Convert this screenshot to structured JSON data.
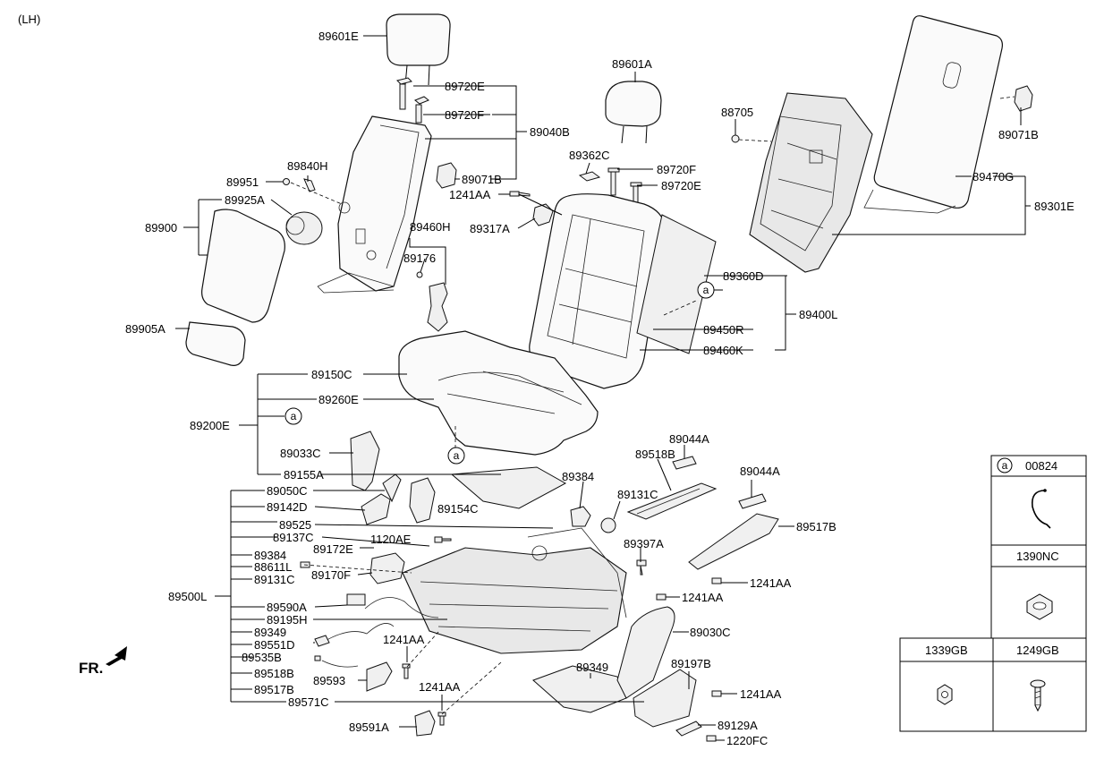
{
  "corner_tag": "(LH)",
  "direction_label": "FR.",
  "callout_letter": "a",
  "parts": {
    "headrest_outer": "89601E",
    "guide_720e_top": "89720E",
    "guide_720f_top": "89720F",
    "back_assy_outer": "89040B",
    "cover_071b_left": "89071B",
    "ring_89951": "89951",
    "bolt_89840h": "89840H",
    "knob_89925a": "89925A",
    "armrest_89900": "89900",
    "bracket_89460h": "89460H",
    "clip_89176": "89176",
    "cupholder_89905a": "89905A",
    "headrest_center": "89601A",
    "guide_89362c": "89362C",
    "guide_720f_center": "89720F",
    "guide_720e_center": "89720E",
    "bolt_1241aa_top": "1241AA",
    "bracket_89317a": "89317A",
    "nut_88705": "88705",
    "cover_071b_right": "89071B",
    "board_89470g": "89470G",
    "frame_89301e": "89301E",
    "pad_89360d": "89360D",
    "back_assy_89400l": "89400L",
    "cover_89450r": "89450R",
    "bracket_89460k": "89460K",
    "cushion_pad_89150c": "89150C",
    "cushion_cover_89260e": "89260E",
    "cushion_assy_89200e": "89200E",
    "shield_89033c": "89033C",
    "panel_89155a": "89155A",
    "bracket_89050c": "89050C",
    "bracket_89142d": "89142D",
    "bracket_89154c": "89154C",
    "wire_89525": "89525",
    "bracket_89137c": "89137C",
    "bracket_89172e": "89172E",
    "bolt_1120ae": "1120AE",
    "spacer_89384_left": "89384",
    "bolt_88611l": "88611L",
    "bushing_89131c_left": "89131C",
    "cover_89170f": "89170F",
    "spacer_89384_mid": "89384",
    "bushing_89131c_mid": "89131C",
    "cover_89518b_top": "89518B",
    "cap_89044a_top": "89044A",
    "cap_89044a_right": "89044A",
    "rail_89517b_right": "89517B",
    "bolt_89397a": "89397A",
    "bolt_1241aa_rail": "1241AA",
    "bolt_1241aa_mid": "1241AA",
    "frame_89500l": "89500L",
    "module_89590a": "89590A",
    "harness_89195h": "89195H",
    "pad_89349_left": "89349",
    "connector_89551d": "89551D",
    "connector_89535b": "89535B",
    "cover_89518b_left": "89518B",
    "rail_89517b_left": "89517B",
    "bolt_1241aa_center": "1241AA",
    "cover_89593": "89593",
    "pad_89349_bottom": "89349",
    "cover_89571c": "89571C",
    "bolt_1241aa_bottom": "1241AA",
    "cover_89591a": "89591A",
    "shield_89030c": "89030C",
    "cover_89197b": "89197B",
    "bolt_1241aa_lower_right": "1241AA",
    "cover_89129a": "89129A",
    "bolt_1220fc": "1220FC"
  },
  "reference_table": {
    "row1": {
      "marker": "a",
      "code": "00824"
    },
    "row2": {
      "code": "1390NC"
    },
    "row3": {
      "left_code": "1339GB",
      "right_code": "1249GB"
    }
  }
}
